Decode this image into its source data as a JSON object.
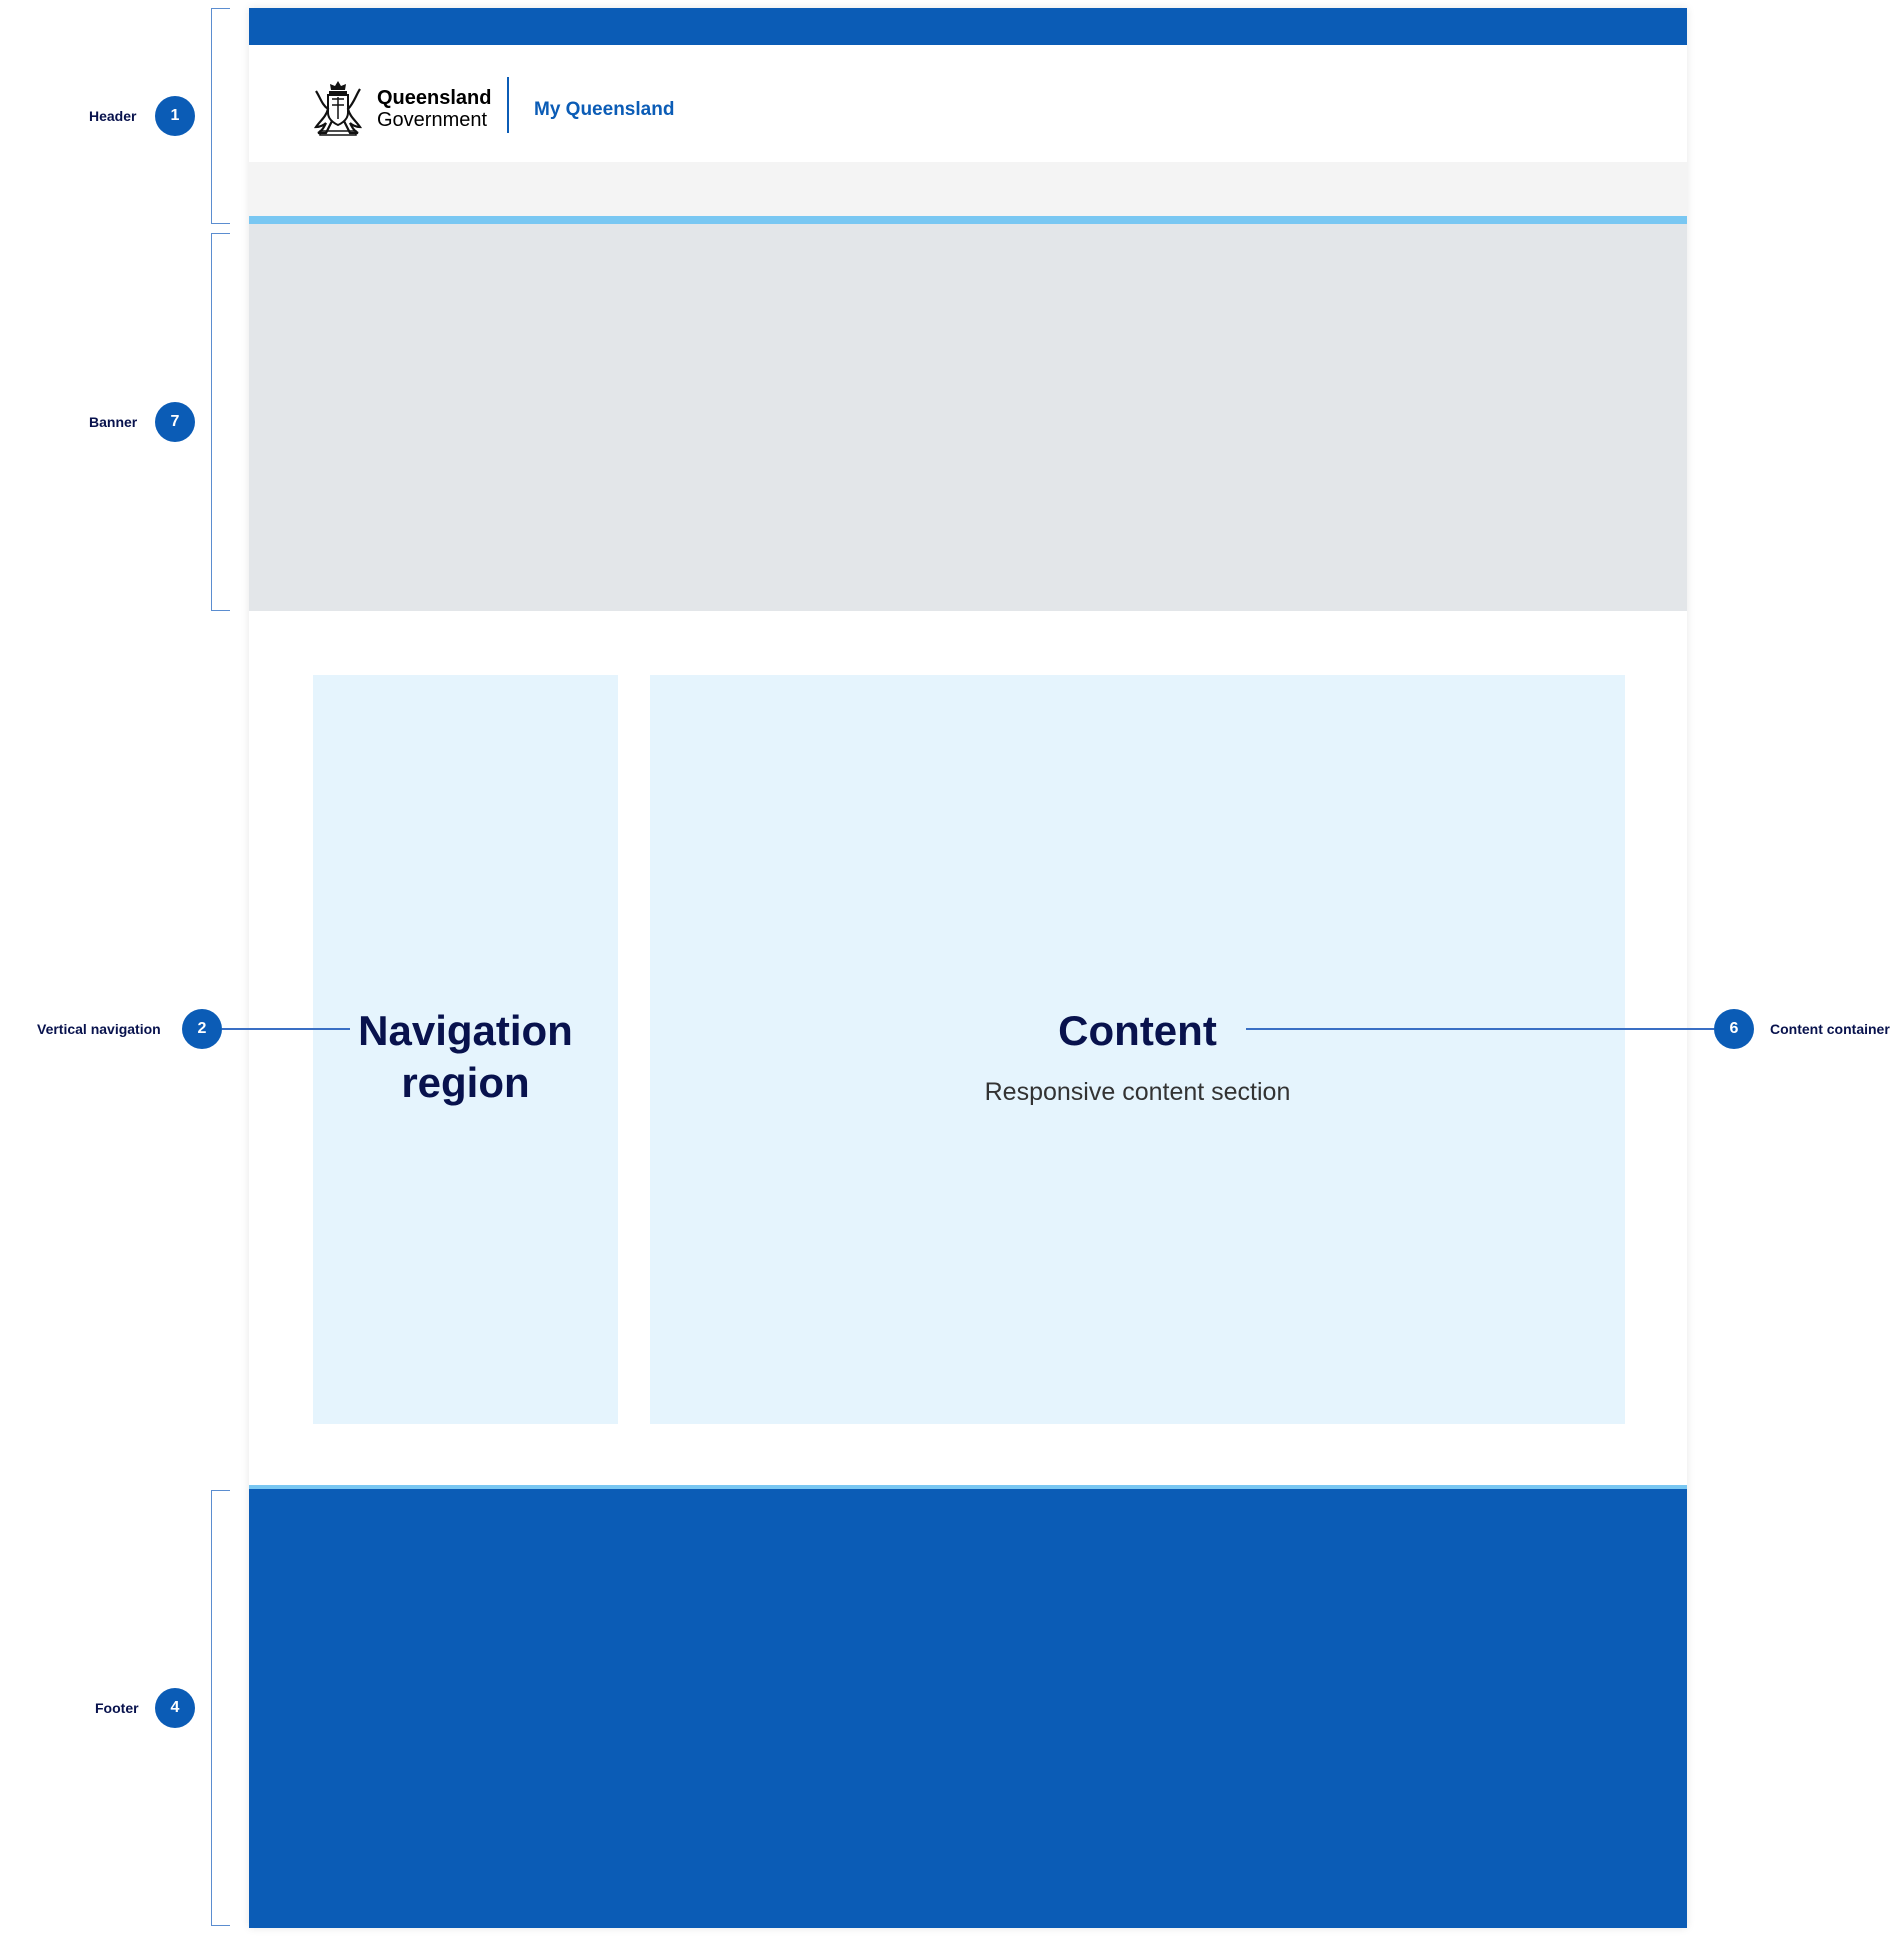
{
  "header": {
    "logo_name": "Queensland",
    "logo_sub": "Government",
    "site_name": "My Queensland"
  },
  "regions": {
    "navigation_title_line1": "Navigation",
    "navigation_title_line2": "region",
    "content_title": "Content",
    "content_subtitle": "Responsive content section"
  },
  "annotations": [
    {
      "label": "Header",
      "number": "1"
    },
    {
      "label": "Banner",
      "number": "7"
    },
    {
      "label": "Vertical navigation",
      "number": "2"
    },
    {
      "label": "Content container",
      "number": "6"
    },
    {
      "label": "Footer",
      "number": "4"
    }
  ],
  "colors": {
    "brand_blue": "#0b5cb6",
    "accent_light_blue": "#79c7f2",
    "banner_grey": "#e3e6e9",
    "region_fill": "#e5f4fd",
    "heading_navy": "#08124d"
  }
}
